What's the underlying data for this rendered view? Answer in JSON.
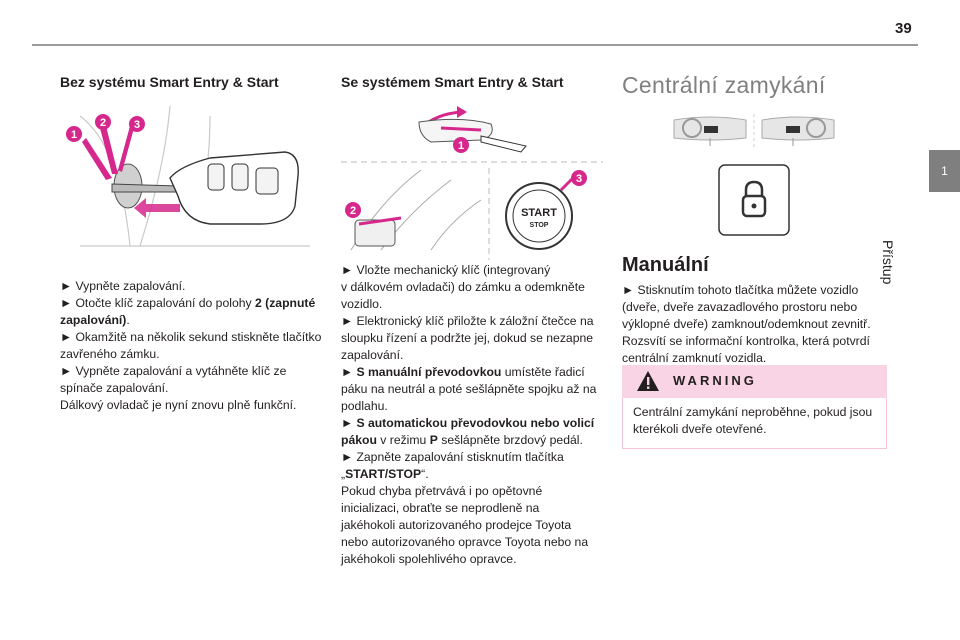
{
  "page": {
    "number": "39"
  },
  "side": {
    "tab_number": "1",
    "label": "Přístup"
  },
  "col1": {
    "heading": "Bez systému Smart Entry & Start",
    "lines": [
      {
        "plain": "► Vypněte zapalování."
      },
      {
        "plain": "► Otočte klíč zapalování do polohy ",
        "bold": "2 (zapnuté"
      },
      {
        "bold": "zapalování)",
        "plain": "."
      },
      {
        "plain": "► Okamžitě na několik sekund stiskněte tlačítko"
      },
      {
        "plain": "zavřeného zámku."
      },
      {
        "plain": "► Vypněte zapalování a vytáhněte klíč ze"
      },
      {
        "plain": "spínače zapalování."
      },
      {
        "plain": "Dálkový ovladač je nyní znovu plně funkční."
      }
    ],
    "figure": {
      "markers": [
        "1",
        "2",
        "3"
      ]
    }
  },
  "col2": {
    "heading": "Se systémem Smart Entry & Start",
    "figure": {
      "markers": [
        "1",
        "2",
        "3"
      ],
      "button_line1": "START",
      "button_line2": "STOP"
    },
    "lines": [
      {
        "plain": "► Vložte mechanický klíč (integrovaný"
      },
      {
        "plain": "v dálkovém ovladači) do zámku a odemkněte"
      },
      {
        "plain": "vozidlo."
      },
      {
        "plain": "► Elektronický klíč přiložte k záložní čtečce na"
      },
      {
        "plain": "sloupku řízení a podržte jej, dokud se nezapne"
      },
      {
        "plain": "zapalování."
      },
      {
        "bold": "► S manuální převodovkou",
        "plain": " umístěte řadicí"
      },
      {
        "plain": "páku na neutrál a poté sešlápněte spojku až na"
      },
      {
        "plain": "podlahu."
      },
      {
        "bold": "► S automatickou převodovkou nebo volicí"
      },
      {
        "bold": "pákou",
        "plain": " v režimu ",
        "bold2": "P",
        "plain2": " sešlápněte brzdový pedál."
      },
      {
        "plain": "► Zapněte zapalování stisknutím tlačítka"
      },
      {
        "plain": "„",
        "bold": "START/STOP",
        "plain2": "“."
      },
      {
        "plain": "Pokud chyba přetrvává i po opětovné"
      },
      {
        "plain": "inicializaci, obraťte se neprodleně na"
      },
      {
        "plain": "jakéhokoli autorizovaného prodejce Toyota"
      },
      {
        "plain": "nebo autorizovaného opravce Toyota nebo na"
      },
      {
        "plain": "jakéhokoli spolehlivého opravce."
      }
    ]
  },
  "col3": {
    "title": "Centrální zamykání",
    "manual_heading": "Manuální",
    "lines": [
      "► Stisknutím tohoto tlačítka můžete vozidlo",
      "(dveře, dveře zavazadlového prostoru nebo",
      "výklopné dveře) zamknout/odemknout zevnitř.",
      "Rozsvítí se informační kontrolka, která potvrdí",
      "centrální zamknutí vozidla."
    ],
    "warning": {
      "title": "WARNING",
      "lines": [
        "Centrální zamykání neproběhne, pokud jsou",
        "kterékoli dveře otevřené."
      ]
    }
  },
  "colors": {
    "accent_magenta": "#d6288c",
    "tab_grey": "#7f7f7f",
    "warning_bg": "#f8d4e4"
  }
}
